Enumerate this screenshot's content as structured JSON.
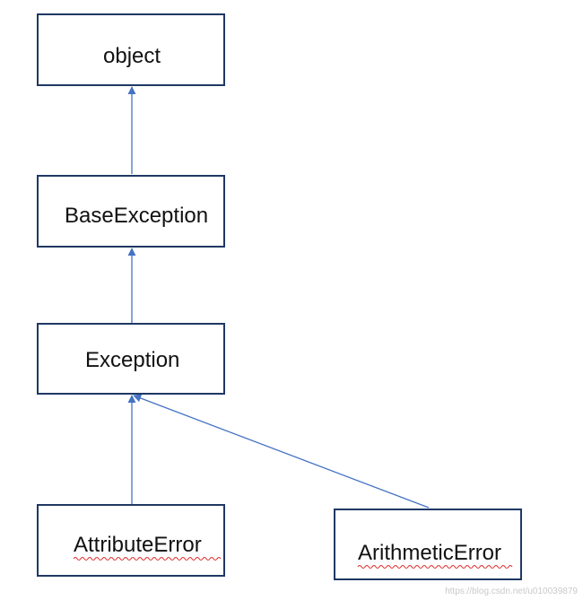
{
  "diagram": {
    "nodes": [
      {
        "id": "object",
        "label": "object"
      },
      {
        "id": "baseexception",
        "label": "BaseException"
      },
      {
        "id": "exception",
        "label": "Exception"
      },
      {
        "id": "attributeerror",
        "label": "AttributeError"
      },
      {
        "id": "arithmeticerror",
        "label": "ArithmeticError"
      }
    ],
    "edges": [
      {
        "from": "baseexception",
        "to": "object"
      },
      {
        "from": "exception",
        "to": "baseexception"
      },
      {
        "from": "attributeerror",
        "to": "exception"
      },
      {
        "from": "arithmeticerror",
        "to": "exception"
      }
    ],
    "colors": {
      "box_border": "#1f3864",
      "arrow": "#4472c4",
      "spellcheck_underline": "#e03030"
    }
  },
  "watermark": "https://blog.csdn.net/u010039879"
}
